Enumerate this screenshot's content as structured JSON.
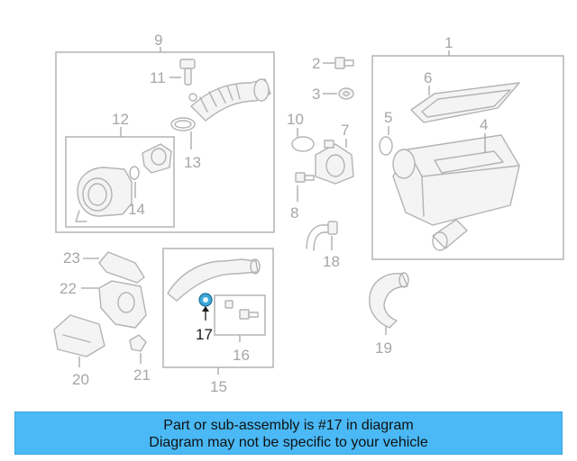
{
  "colors": {
    "banner_bg": "#4ab9f6",
    "highlight_part": "#3aa7d8",
    "line_gray": "#b3b3b3",
    "text_gray": "#a6a6a6"
  },
  "callouts": {
    "c1": "1",
    "c2": "2",
    "c3": "3",
    "c4": "4",
    "c5": "5",
    "c6": "6",
    "c7": "7",
    "c8": "8",
    "c9": "9",
    "c10": "10",
    "c11": "11",
    "c12": "12",
    "c13": "13",
    "c14": "14",
    "c15": "15",
    "c16": "16",
    "c17": "17",
    "c18": "18",
    "c19": "19",
    "c20": "20",
    "c21": "21",
    "c22": "22",
    "c23": "23"
  },
  "highlighted_part": "17",
  "banner": {
    "line1": "Part or sub-assembly is #17 in diagram",
    "line2": "Diagram may not be specific to your vehicle"
  }
}
